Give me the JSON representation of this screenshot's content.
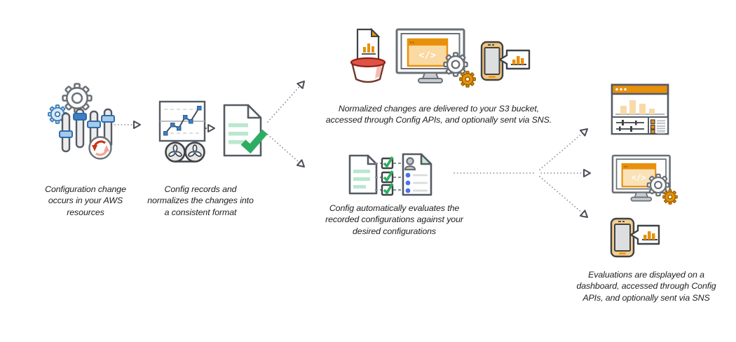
{
  "diagram": {
    "title": "AWS Config workflow diagram",
    "background": "#ffffff"
  },
  "steps": [
    {
      "id": "configuration-change",
      "caption": "Configuration change occurs in your AWS resources"
    },
    {
      "id": "config-records",
      "caption": "Config records and normalizes the changes into a consistent format"
    },
    {
      "id": "delivery",
      "caption": "Normalized changes are delivered to your S3 bucket, accessed through Config APIs, and optionally sent via SNS."
    },
    {
      "id": "evaluation",
      "caption": "Config automatically evaluates the recorded configurations against your desired configurations"
    },
    {
      "id": "display",
      "caption": "Evaluations are displayed on a dashboard, accessed through Config APIs, and optionally sent via SNS"
    }
  ],
  "icons": {
    "code_glyph": "</>",
    "legend": {
      "configuration_change": "gears-and-sliders-with-refresh-arrows-icon",
      "config_records": "metric-chart-with-recording-reels-icon",
      "normalized_format": "document-with-green-checkmark-icon",
      "s3_bucket": "bucket-with-document-icon",
      "config_apis": "monitor-with-code-and-gears-icon",
      "sns": "phone-with-chart-bubble-icon",
      "evaluation": "documents-with-checkboxes-icon",
      "dashboard": "dashboard-window-with-bar-chart-icon"
    }
  },
  "colors": {
    "orange": "#E8900C",
    "orange_light": "#FBD9A2",
    "red": "#D64C41",
    "pink": "#F6BCB1",
    "green": "#2EAD62",
    "green_light": "#B9E8CF",
    "blue": "#3B7FC4",
    "blue_light": "#A5CBEA",
    "bullet_blue": "#4A72E8",
    "outline_gray": "#545B64",
    "text": "#1D1D1F"
  }
}
